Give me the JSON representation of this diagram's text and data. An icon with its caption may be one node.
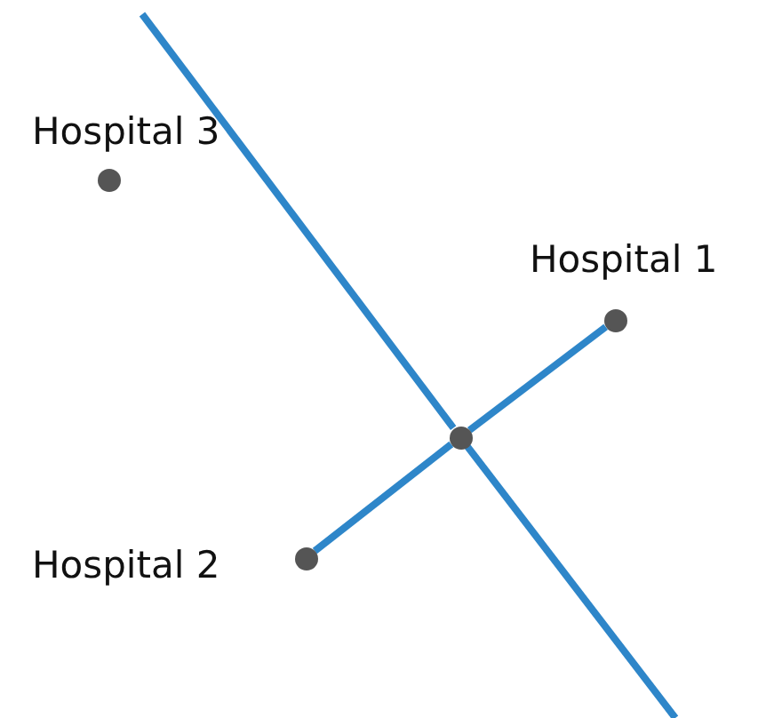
{
  "diagram": {
    "nodes": [
      {
        "text": [],
        "shape": "circle",
        "beside": [
          "Hospital 1"
        ]
      },
      {
        "text": [],
        "shape": "circle",
        "beside": [
          "Hospital 2"
        ]
      },
      {
        "text": [],
        "shape": "circle"
      },
      {
        "text": [],
        "shape": "circle",
        "beside": [
          "Hospital 3"
        ]
      }
    ],
    "edges": [
      {
        "from": 0,
        "to": 2,
        "arrow": "none"
      },
      {
        "from": 2,
        "to": 1,
        "arrow": "none"
      },
      {
        "from": null,
        "to": 2,
        "arrow": "none"
      },
      {
        "from": 2,
        "to": null,
        "arrow": "none"
      }
    ]
  }
}
